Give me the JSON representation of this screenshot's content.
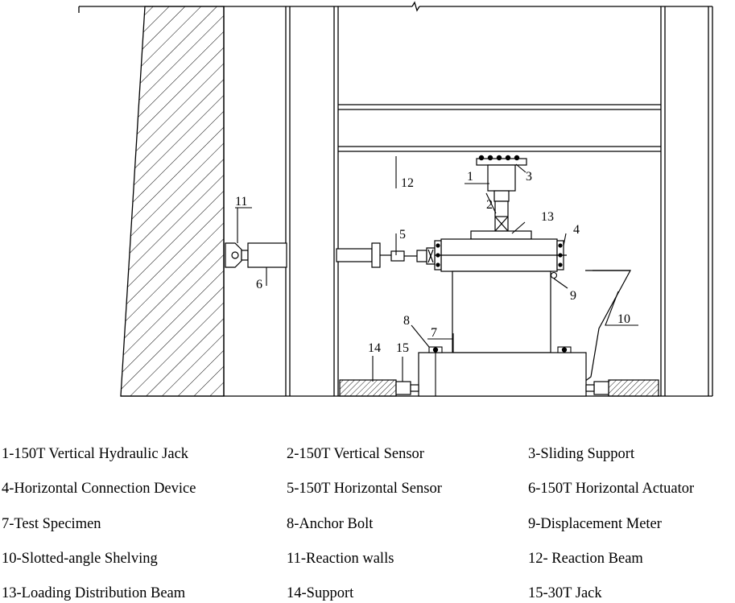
{
  "callouts": {
    "n1": "1",
    "n2": "2",
    "n3": "3",
    "n4": "4",
    "n5": "5",
    "n6": "6",
    "n7": "7",
    "n8": "8",
    "n9": "9",
    "n10": "10",
    "n11": "11",
    "n12": "12",
    "n13": "13",
    "n14": "14",
    "n15": "15"
  },
  "legend": [
    [
      "1-150T Vertical Hydraulic Jack",
      "2-150T Vertical Sensor",
      "3-Sliding Support"
    ],
    [
      "4-Horizontal Connection Device",
      "5-150T Horizontal Sensor",
      "6-150T Horizontal Actuator"
    ],
    [
      "7-Test Specimen",
      "8-Anchor Bolt",
      "9-Displacement Meter"
    ],
    [
      "10-Slotted-angle Shelving",
      "11-Reaction walls",
      "12- Reaction Beam"
    ],
    [
      "13-Loading Distribution Beam",
      "14-Support",
      "15-30T Jack"
    ]
  ]
}
